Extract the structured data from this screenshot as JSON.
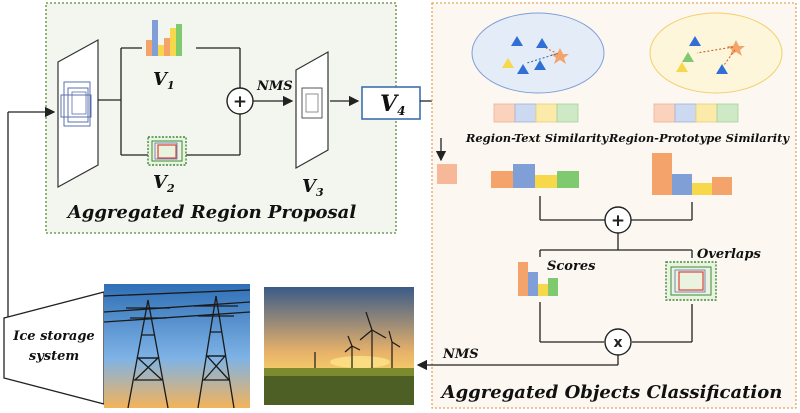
{
  "left_panel": {
    "title": "Aggregated Region Proposal",
    "v1": "V",
    "v1_sub": "1",
    "v2": "V",
    "v2_sub": "2",
    "v3": "V",
    "v3_sub": "3",
    "plus": "+",
    "nms": "NMS"
  },
  "v4": {
    "label": "V",
    "sub": "4"
  },
  "right_panel": {
    "title": "Aggregated Objects Classification",
    "region_text": "Region-Text Similarity",
    "region_proto": "Region-Prototype Similarity",
    "plus": "+",
    "scores": "Scores",
    "overlaps": "Overlaps",
    "times": "x"
  },
  "bottom": {
    "nms": "NMS",
    "ice_line1": "Ice storage",
    "ice_line2": "system"
  },
  "colors": {
    "orange": "#f4a46a",
    "blue": "#7f9fd6",
    "yellow": "#f6d84a",
    "green": "#7fc96e",
    "left_bg": "#f3f6ee",
    "left_border": "#5a8a3a",
    "right_bg": "#fcf8f1",
    "right_border": "#e8a35a"
  }
}
